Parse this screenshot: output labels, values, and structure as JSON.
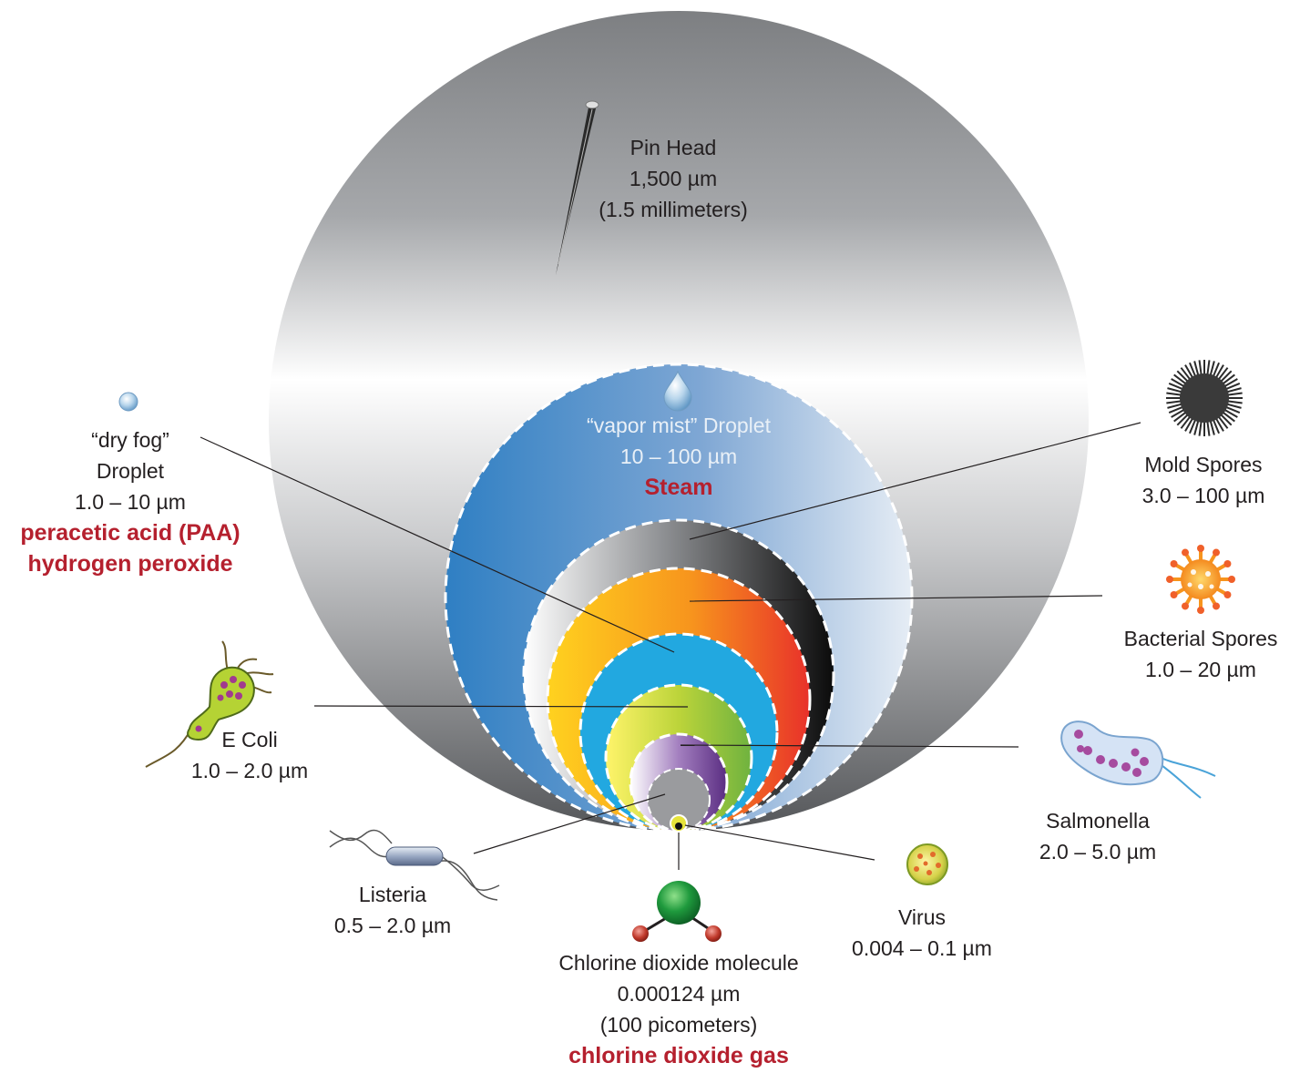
{
  "pin_head": {
    "name": "Pin Head",
    "size": "1,500 µm",
    "note": "(1.5 millimeters)"
  },
  "vapor_mist": {
    "name": "“vapor mist” Droplet",
    "size": "10 – 100 µm",
    "method": "Steam"
  },
  "dry_fog": {
    "name_line1": "“dry fog”",
    "name_line2": "Droplet",
    "size": "1.0 – 10 µm",
    "method_line1": "peracetic acid (PAA)",
    "method_line2": "hydrogen peroxide"
  },
  "mold_spores": {
    "name": "Mold Spores",
    "size": "3.0 – 100 µm"
  },
  "bacterial_spores": {
    "name": "Bacterial Spores",
    "size": "1.0 – 20 µm"
  },
  "e_coli": {
    "name": "E Coli",
    "size": "1.0 – 2.0 µm"
  },
  "salmonella": {
    "name": "Salmonella",
    "size": "2.0 – 5.0 µm"
  },
  "listeria": {
    "name": "Listeria",
    "size": "0.5 – 2.0 µm"
  },
  "virus": {
    "name": "Virus",
    "size": "0.004 – 0.1 µm"
  },
  "chlorine_dioxide": {
    "name": "Chlorine dioxide molecule",
    "size": "0.000124 µm",
    "note": "(100 picometers)",
    "method": "chlorine dioxide gas"
  },
  "colors": {
    "accent_red": "#b5202e",
    "text": "#231f20",
    "steam_blue": "#3a86c8",
    "paa_cyan": "#22a8e0",
    "ecoli_green": "#9dc83c",
    "salmonella_purple": "#7d4b9e"
  }
}
